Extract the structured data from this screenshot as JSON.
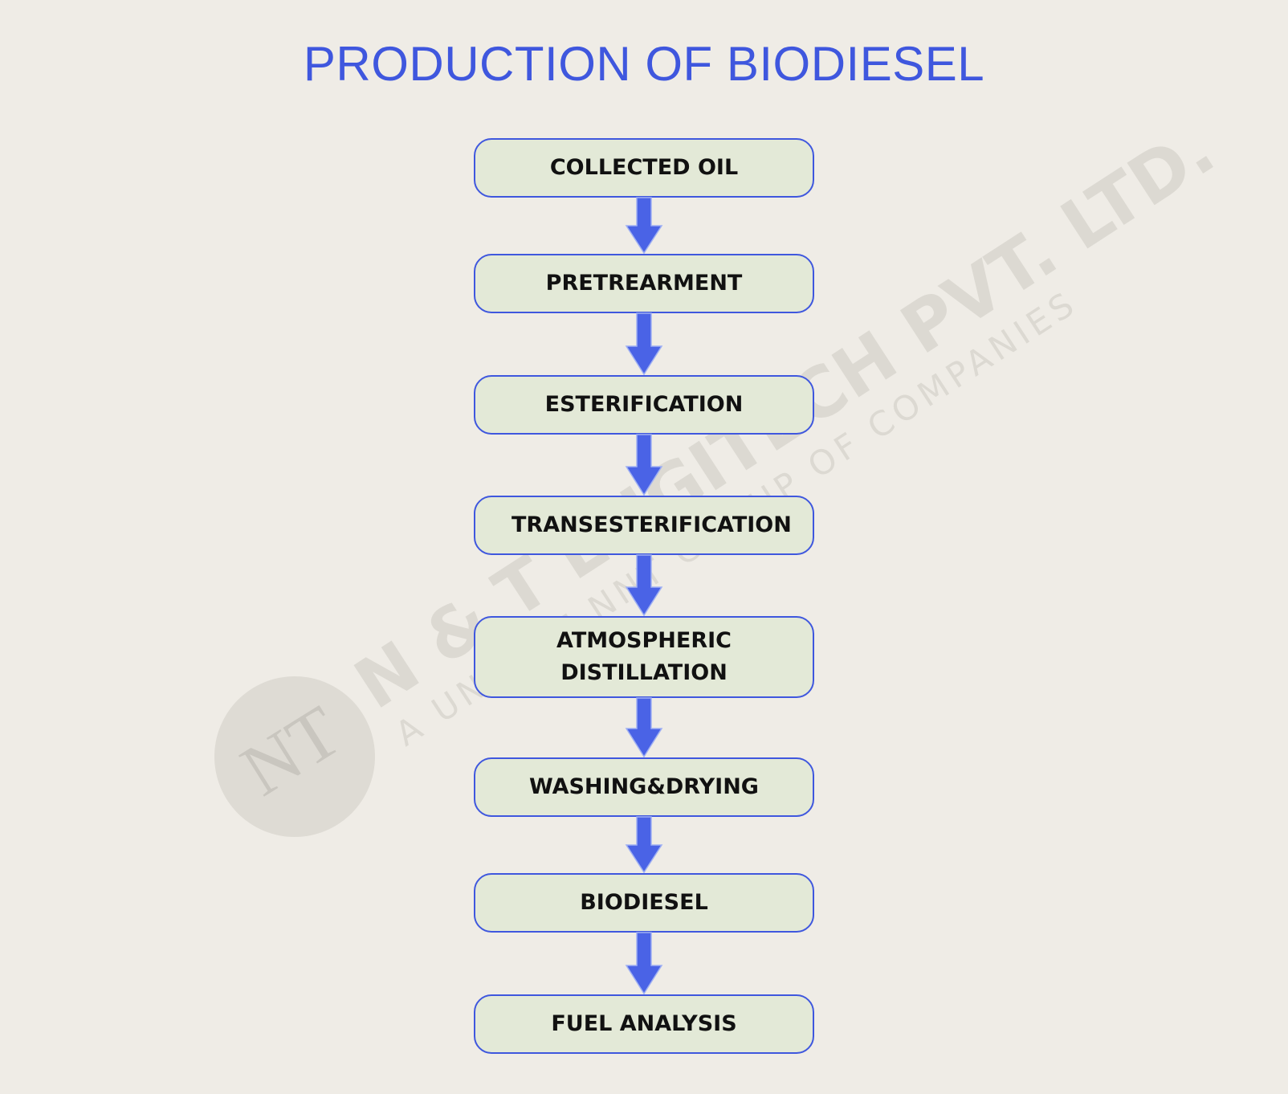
{
  "title": "PRODUCTION OF BIODIESEL",
  "steps": [
    {
      "label": "COLLECTED OIL"
    },
    {
      "label": "PRETREARMENT"
    },
    {
      "label": "ESTERIFICATION"
    },
    {
      "label": "TRANSESTERIFICATION"
    },
    {
      "label": "ATMOSPHERIC DISTILLATION"
    },
    {
      "label": "WASHING&DRYING"
    },
    {
      "label": "BIODIESEL"
    },
    {
      "label": "FUEL ANALYSIS"
    }
  ],
  "watermark": {
    "company": "N & T ENGITECH PVT. LTD.",
    "tagline": "A UNIT OF NNT GROUP OF COMPANIES",
    "logo_text": "NT"
  },
  "colors": {
    "accent": "#3f57de",
    "box_fill": "#e3e9d7",
    "background": "#efece6",
    "arrow_fill": "#4a63e6"
  },
  "icons": {
    "connector": "down-arrow-icon",
    "logo": "nt-logo-icon"
  }
}
